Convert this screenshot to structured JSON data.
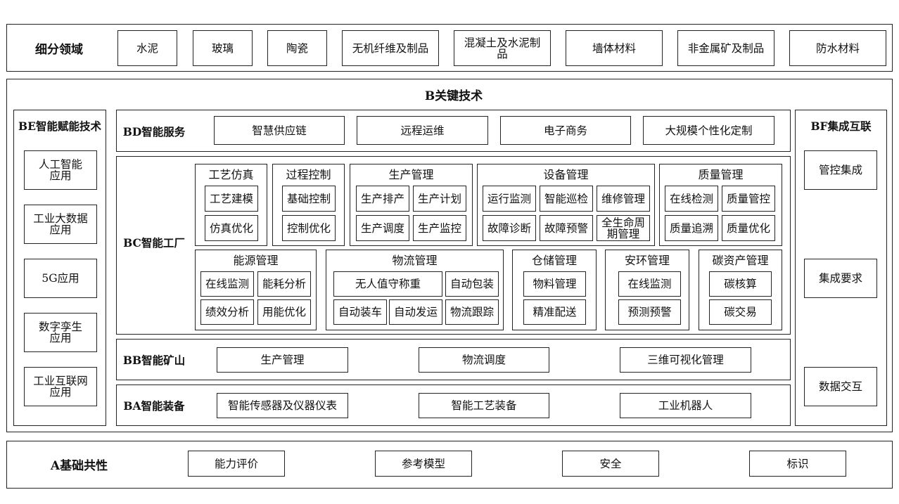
{
  "segments": {
    "label": "细分领域",
    "items": [
      "水泥",
      "玻璃",
      "陶瓷",
      "无机纤维及制品",
      "混凝土及水泥制品",
      "墙体材料",
      "非金属矿及制品",
      "防水材料"
    ]
  },
  "b": {
    "title": "B关键技术",
    "be": {
      "label": "BE智能赋能技术",
      "items": [
        "人工智能应用",
        "工业大数据应用",
        "5G应用",
        "数字孪生应用",
        "工业互联网应用"
      ]
    },
    "bf": {
      "label": "BF集成互联",
      "items": [
        "管控集成",
        "集成要求",
        "数据交互"
      ]
    },
    "bd": {
      "label": "BD智能服务",
      "items": [
        "智慧供应链",
        "远程运维",
        "电子商务",
        "大规模个性化定制"
      ]
    },
    "bc": {
      "label": "BC智能工厂",
      "groups": [
        {
          "title": "工艺仿真",
          "items": [
            "工艺建模",
            "仿真优化"
          ]
        },
        {
          "title": "过程控制",
          "items": [
            "基础控制",
            "控制优化"
          ]
        },
        {
          "title": "生产管理",
          "items": [
            "生产排产",
            "生产计划",
            "生产调度",
            "生产监控"
          ]
        },
        {
          "title": "设备管理",
          "items": [
            "运行监测",
            "智能巡检",
            "维修管理",
            "故障诊断",
            "故障预警",
            "全生命周期管理"
          ]
        },
        {
          "title": "质量管理",
          "items": [
            "在线检测",
            "质量管控",
            "质量追溯",
            "质量优化"
          ]
        },
        {
          "title": "能源管理",
          "items": [
            "在线监测",
            "能耗分析",
            "绩效分析",
            "用能优化"
          ]
        },
        {
          "title": "物流管理",
          "items": [
            "无人值守称重",
            "自动包装",
            "自动装车",
            "自动发运",
            "物流跟踪"
          ]
        },
        {
          "title": "仓储管理",
          "items": [
            "物料管理",
            "精准配送"
          ]
        },
        {
          "title": "安环管理",
          "items": [
            "在线监测",
            "预测预警"
          ]
        },
        {
          "title": "碳资产管理",
          "items": [
            "碳核算",
            "碳交易"
          ]
        }
      ]
    },
    "bb": {
      "label": "BB智能矿山",
      "items": [
        "生产管理",
        "物流调度",
        "三维可视化管理"
      ]
    },
    "ba": {
      "label": "BA智能装备",
      "items": [
        "智能传感器及仪器仪表",
        "智能工艺装备",
        "工业机器人"
      ]
    }
  },
  "a": {
    "label": "A基础共性",
    "items": [
      "能力评价",
      "参考模型",
      "安全",
      "标识"
    ]
  }
}
